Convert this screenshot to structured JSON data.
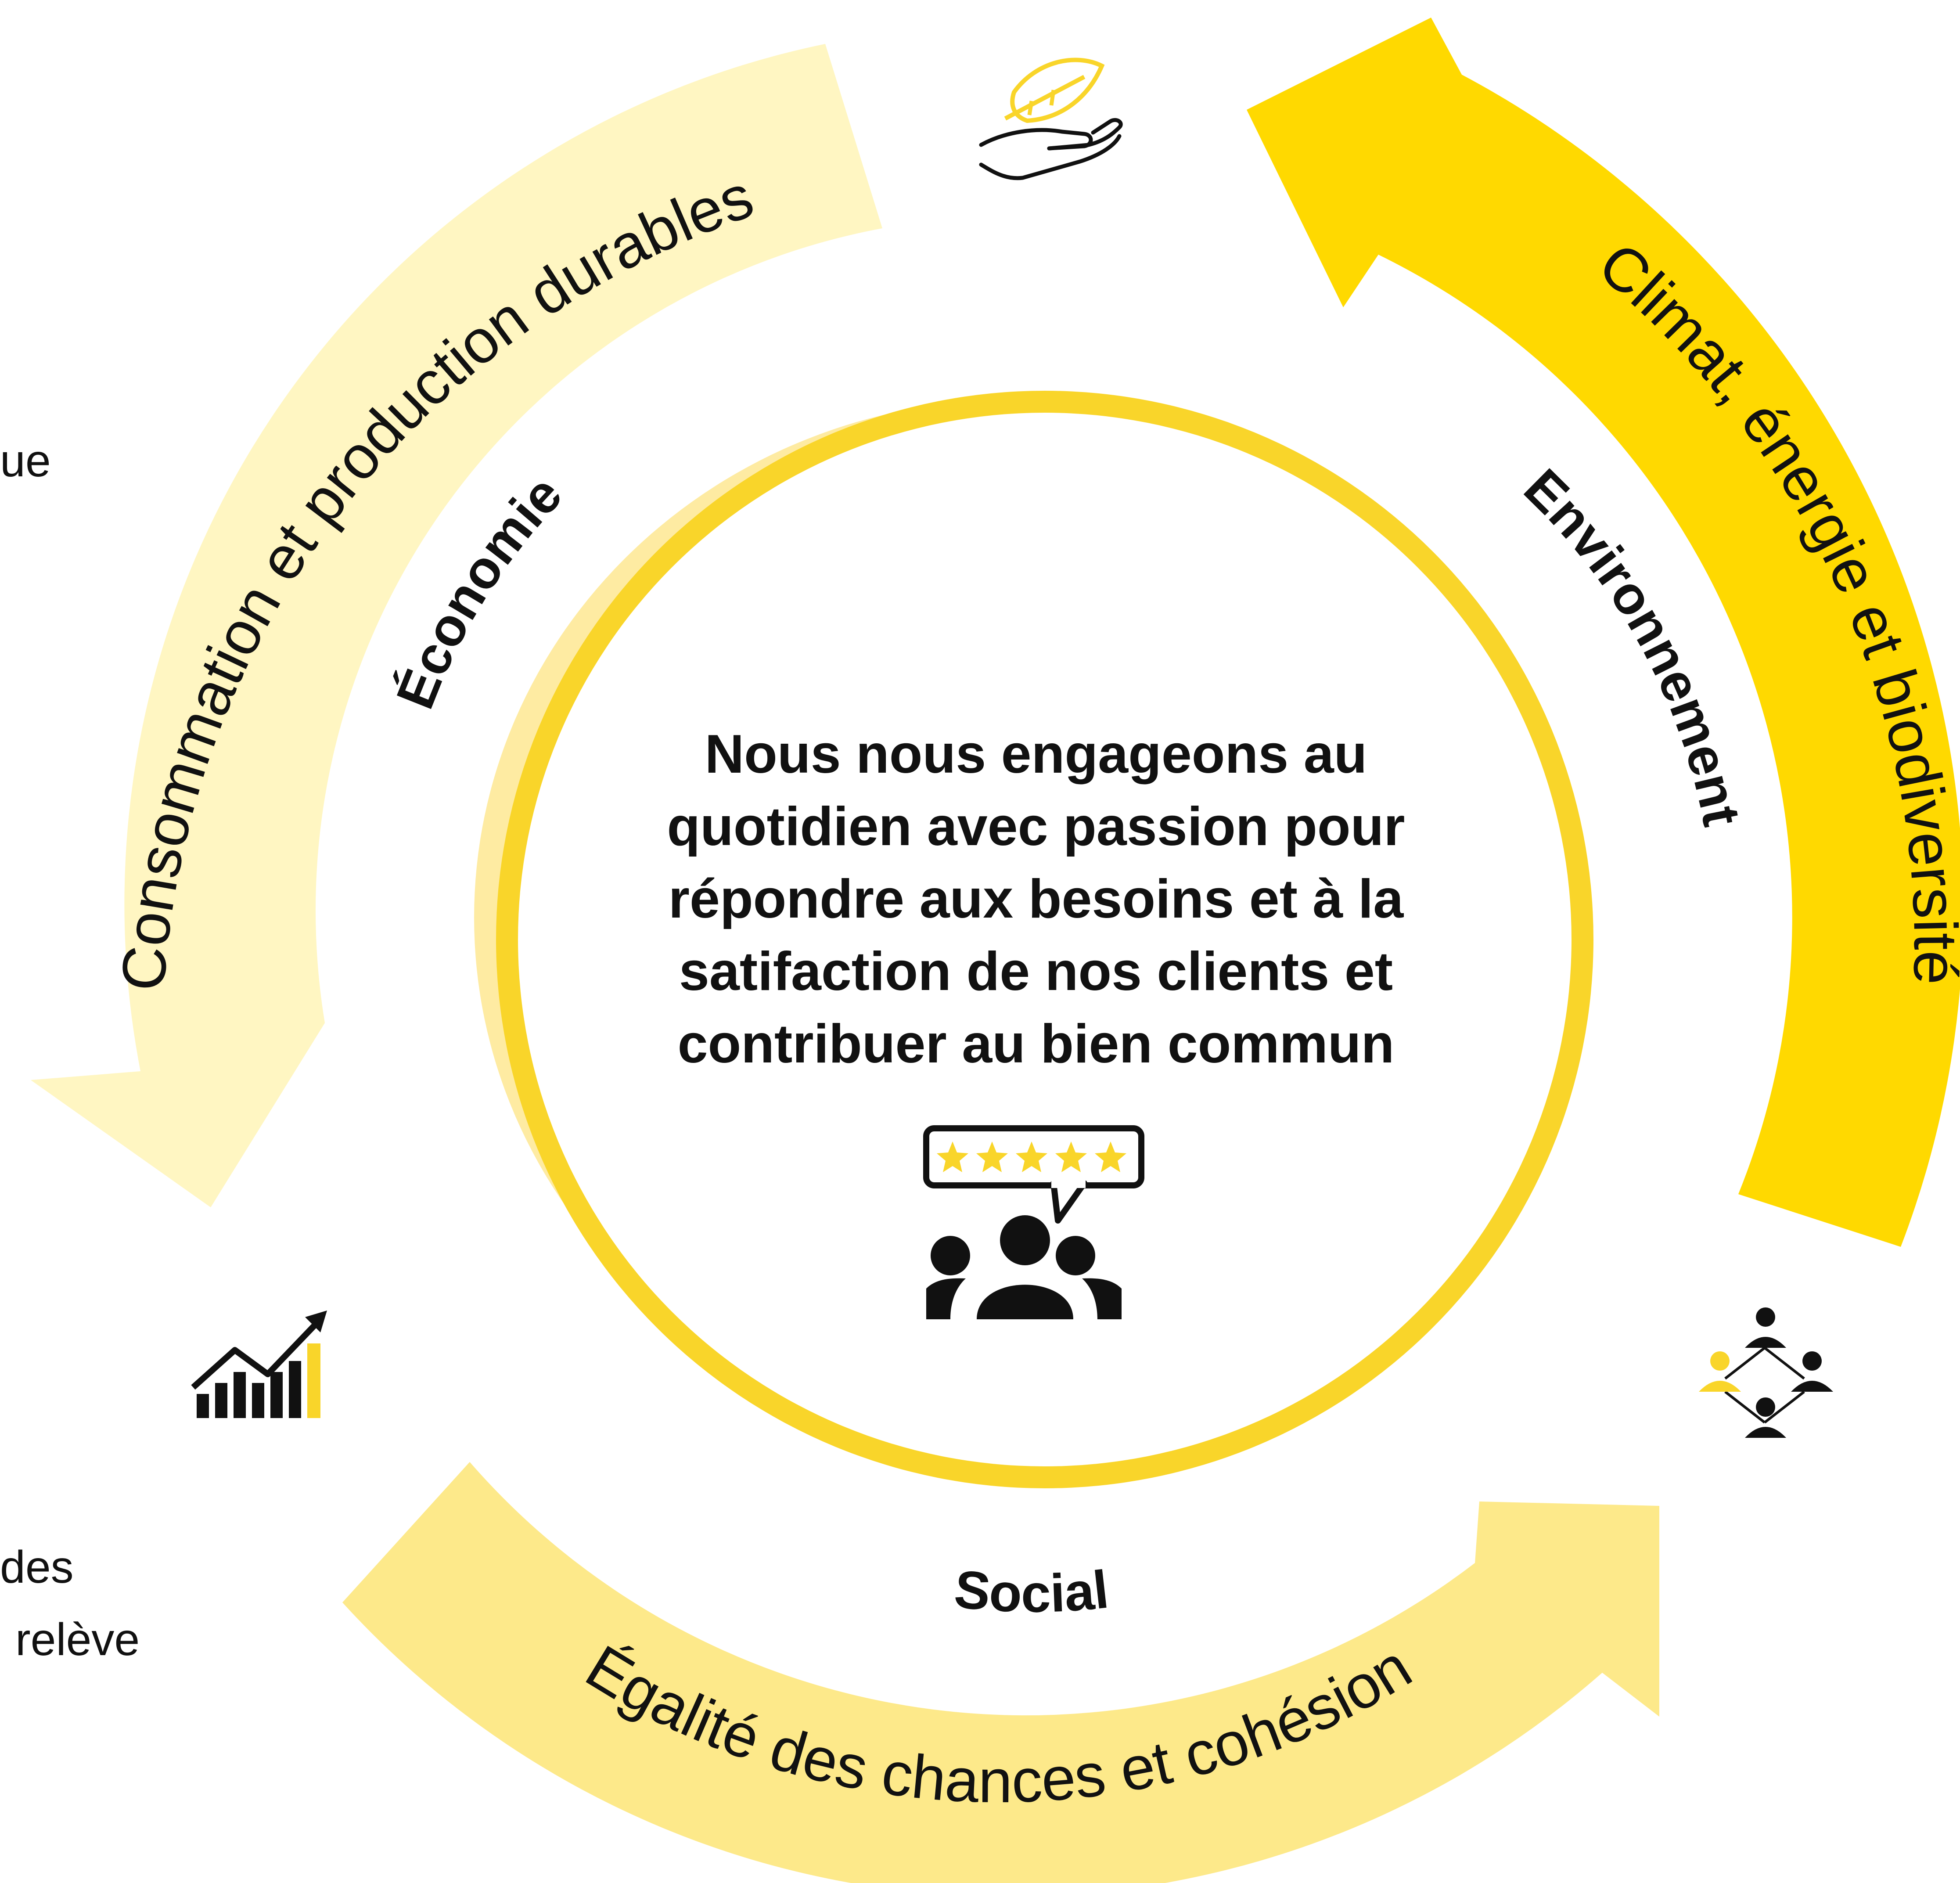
{
  "center": {
    "lines": [
      "Nous nous engageons au",
      "quotidien avec passion pour",
      "répondre aux besoins et à la",
      "satifaction de nos clients et",
      "contribuer au bien commun"
    ]
  },
  "arrows": {
    "economy": {
      "label": "Consommation et production durables",
      "color": "#FFF6C2"
    },
    "environment": {
      "label": "Climat, énergie et biodiversité",
      "color": "#FFD900"
    },
    "social": {
      "label": "Égalité des chances et cohésion",
      "color": "#FDE98A"
    }
  },
  "pillars": {
    "economy": "Économie",
    "environment": "Environnement",
    "social": "Social"
  },
  "side_text": {
    "top_left": "ue",
    "bottom_left_line1": "des",
    "bottom_left_line2": "relève"
  },
  "icons": {
    "leaf_hand": "leaf-in-hand-icon",
    "growth_chart": "growth-chart-icon",
    "network": "people-network-icon",
    "customer_review": "customer-review-icon"
  },
  "colors": {
    "accent": "#FFD900",
    "ring_light": "#FDE27A",
    "ring_main": "#F9D52A",
    "text": "#111111"
  }
}
